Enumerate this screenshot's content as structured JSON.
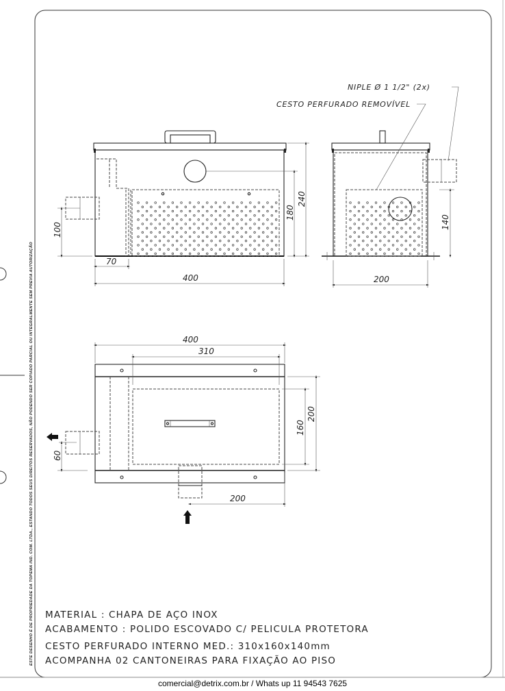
{
  "notes": {
    "niple": "NIPLE Ø 1 1/2\" (2x)",
    "cesto": "CESTO PERFURADO REMOVÍVEL",
    "lines": [
      "MATERIAL : CHAPA DE AÇO INOX",
      "ACABAMENTO : POLIDO ESCOVADO C/ PELICULA PROTETORA",
      "CESTO PERFURADO INTERNO MED.: 310x160x140mm",
      "ACOMPANHA 02 CANTONEIRAS PARA FIXAÇÃO AO PISO"
    ]
  },
  "copyright": "ESTE DESENHO É DE PROPRIEDADE DA TOPEMA IND. COM. LTDA., ESTANDO TODOS SEUS DIREITOS RESERVADOS, NÃO PODENDO SER COPIADO PARCIAL OU INTEGRALMENTE SEM PREVIA AUTORIZAÇÃO",
  "dimensions": {
    "front": {
      "height_total": "240",
      "height_inner": "180",
      "inlet_height": "100",
      "baffle": "70",
      "width": "400"
    },
    "side": {
      "outlet_height": "140",
      "depth": "200"
    },
    "top": {
      "width": "400",
      "basket_width": "310",
      "basket_depth": "160",
      "depth": "200",
      "outlet_offset": "60",
      "inlet_offset": "200"
    }
  },
  "footer": "comercial@detrix.com.br / Whats up 11 94543 7625"
}
